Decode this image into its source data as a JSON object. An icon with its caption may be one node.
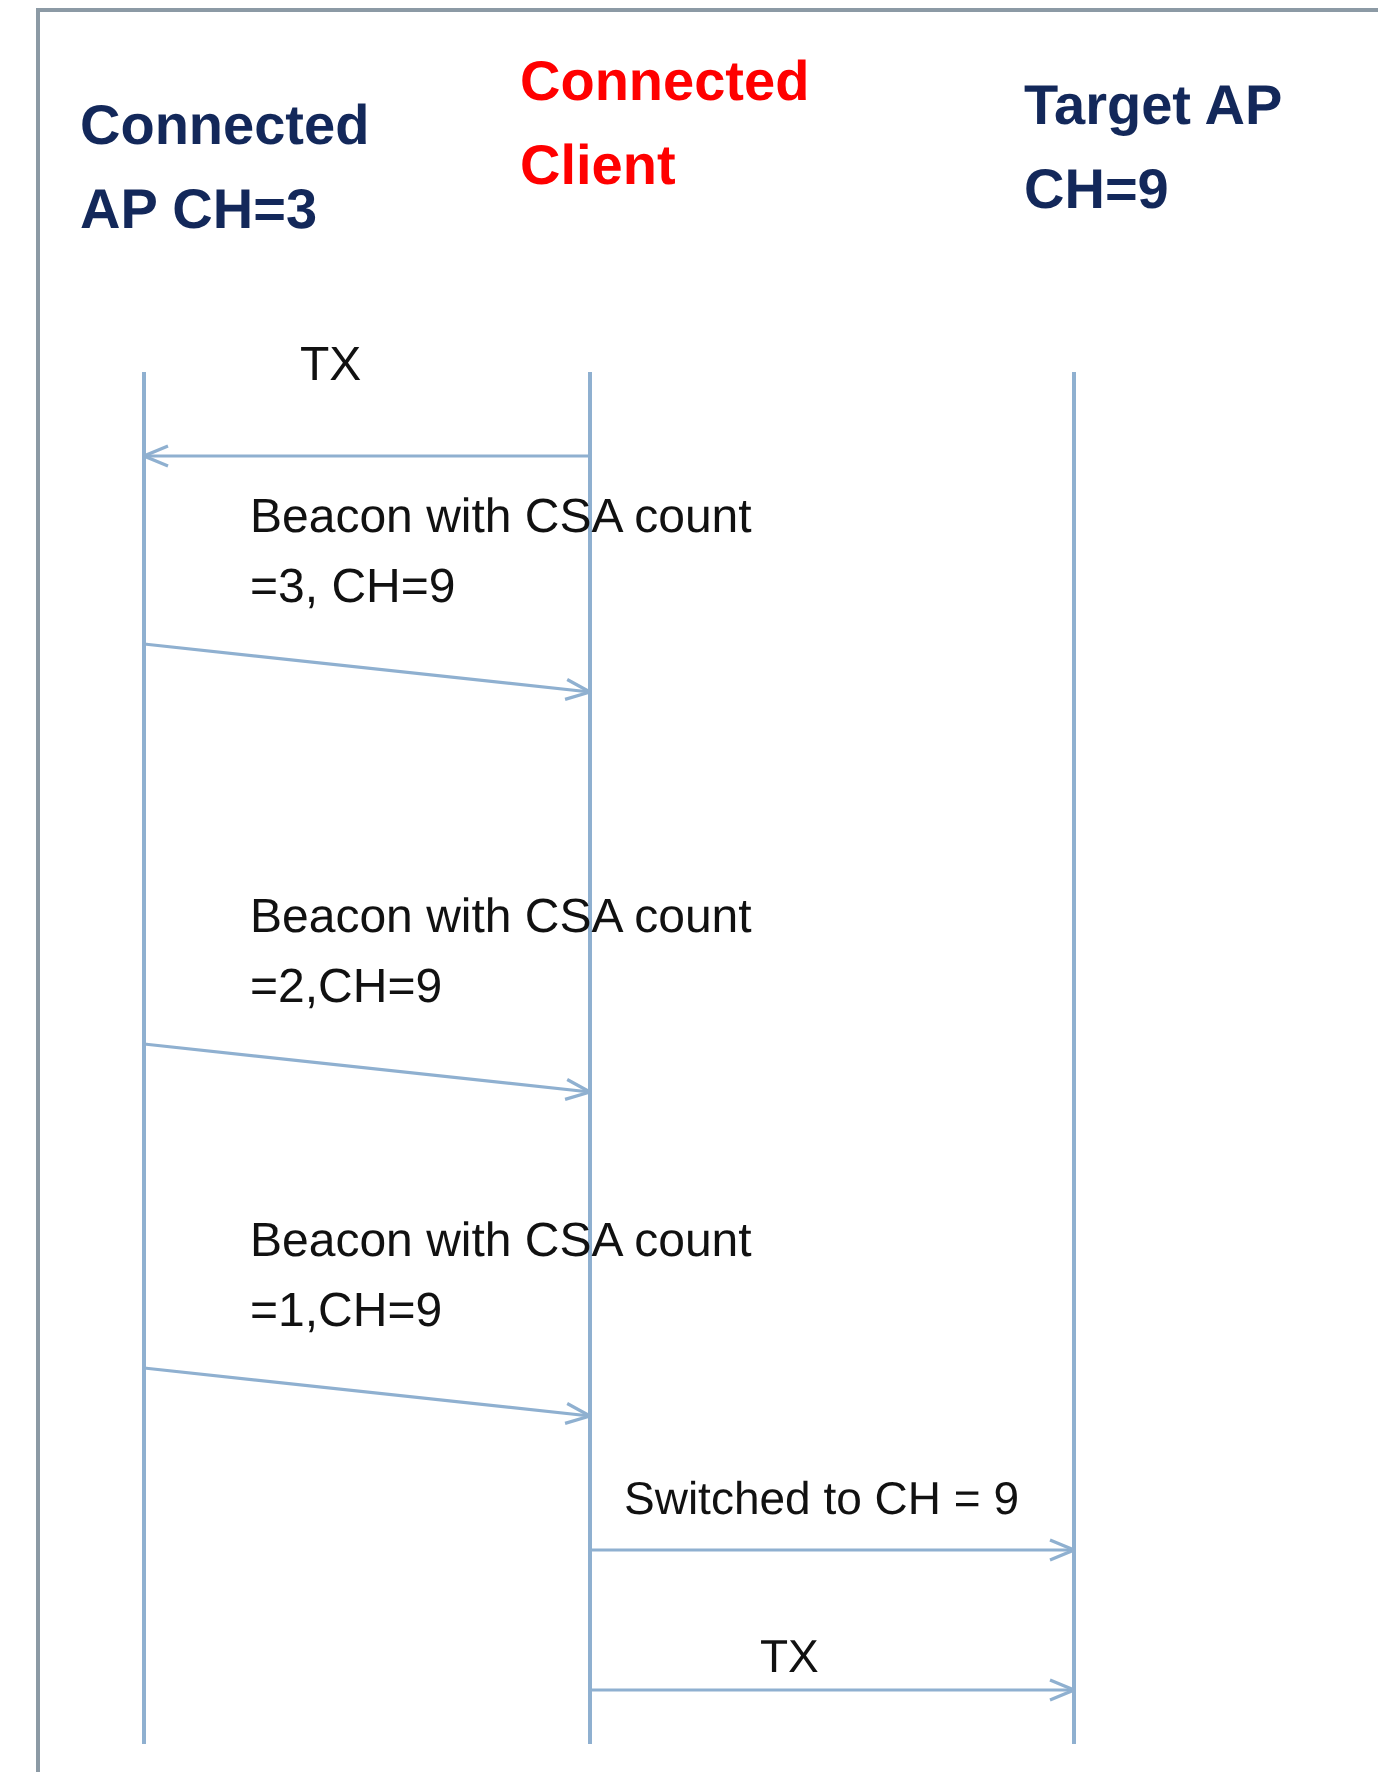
{
  "diagram": {
    "nodes": [
      {
        "text": [
          "Connected AP CH=3"
        ]
      },
      {
        "text": [
          "Connected Client"
        ]
      },
      {
        "text": [
          "Target AP CH=9"
        ]
      }
    ],
    "edges": [
      {
        "from": 1,
        "to": 0,
        "arrow": "to",
        "label": "TX"
      },
      {
        "from": 0,
        "to": 1,
        "arrow": "to",
        "label": "Beacon with CSA count =3, CH=9"
      },
      {
        "from": 0,
        "to": 1,
        "arrow": "to",
        "label": "Beacon with CSA count =2,CH=9"
      },
      {
        "from": 0,
        "to": 1,
        "arrow": "to",
        "label": "Beacon with CSA count =1,CH=9"
      },
      {
        "from": 1,
        "to": 2,
        "arrow": "to",
        "label": "Switched to CH = 9"
      },
      {
        "from": 1,
        "to": 2,
        "arrow": "to",
        "label": "TX"
      }
    ]
  }
}
